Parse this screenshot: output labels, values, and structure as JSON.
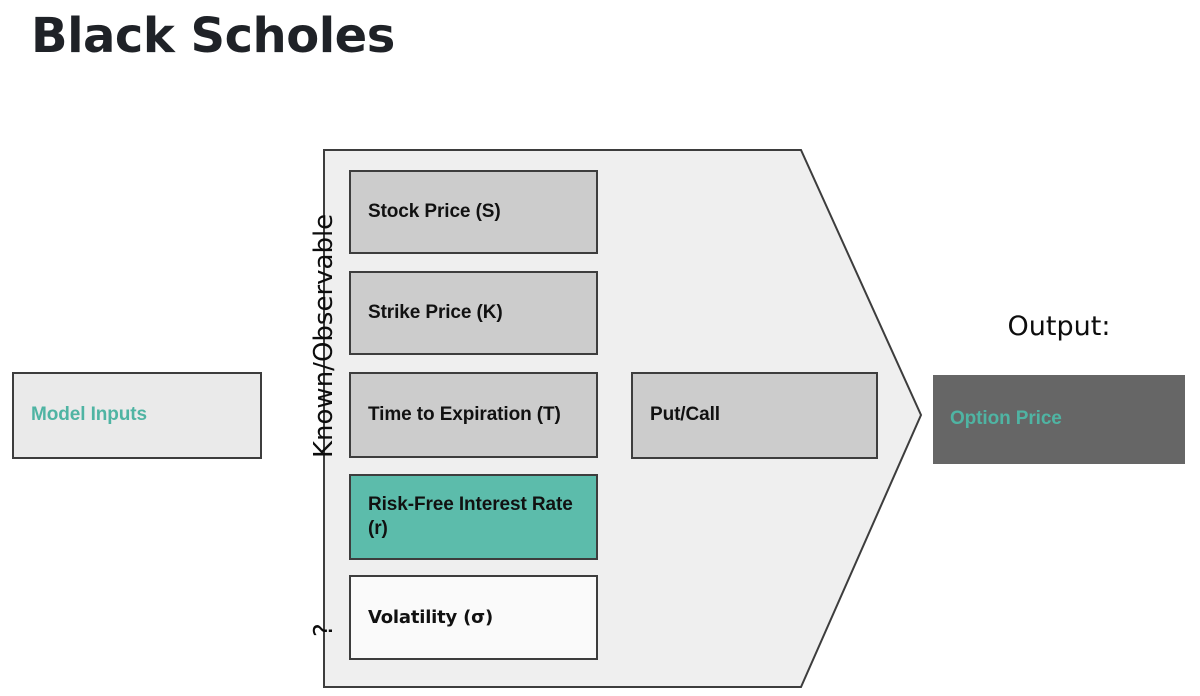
{
  "title": "Black Scholes",
  "colors": {
    "accent_teal": "#5cbcab",
    "accent_teal_text": "#4fb4a3",
    "box_gray": "#cccccc",
    "box_light": "#eaeaea",
    "box_dark": "#666666",
    "border_dark": "#3d3d3d",
    "pentagon_fill": "#efefef",
    "pentagon_stroke": "#3d3d3d",
    "title_color": "#1f2227"
  },
  "left": {
    "model_inputs_label": "Model Inputs"
  },
  "axis": {
    "known_observable_label": "Known/Observable",
    "unknown_label": "?"
  },
  "inputs": {
    "stock_price": "Stock Price (S)",
    "strike_price": "Strike Price (K)",
    "time_to_expiration": "Time to Expiration (T)",
    "risk_free_rate": "Risk-Free Interest Rate (r)",
    "volatility": "Volatility (σ)"
  },
  "option_type": {
    "put_call_label": "Put/Call"
  },
  "output": {
    "caption": "Output:",
    "option_price_label": "Option Price"
  }
}
